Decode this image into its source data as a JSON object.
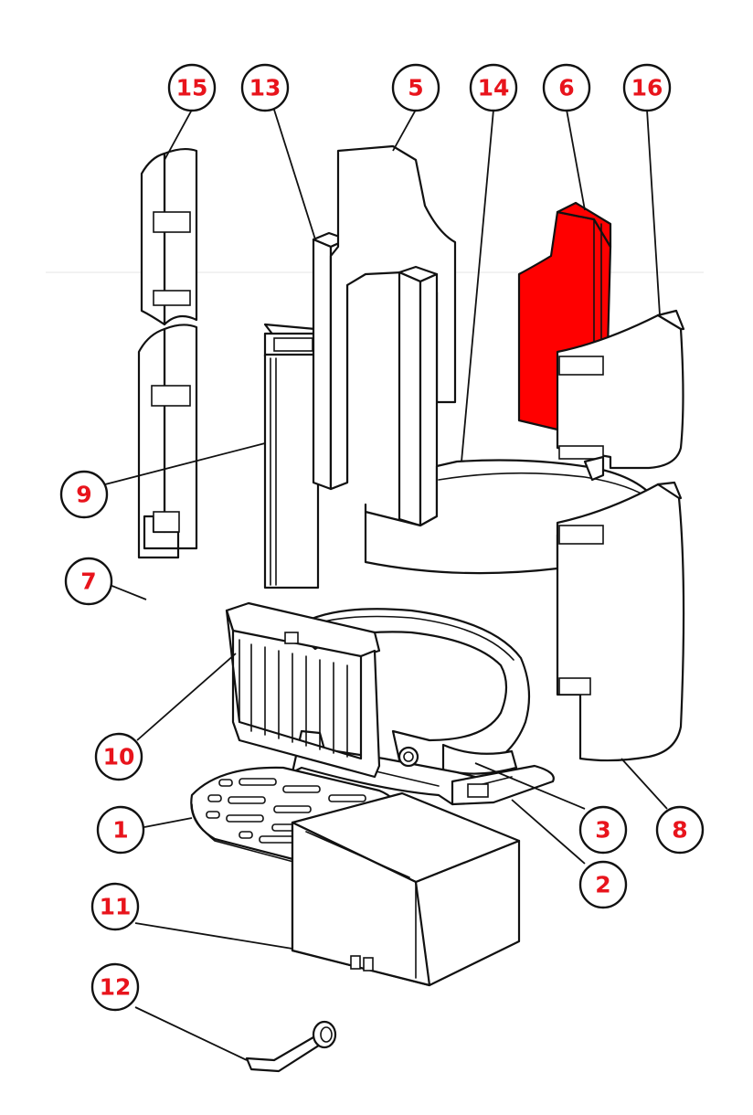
{
  "diagram": {
    "callout_color": "#e8141c",
    "highlight_color": "#ff0000",
    "callouts": [
      {
        "id": "15",
        "label": "15"
      },
      {
        "id": "13",
        "label": "13"
      },
      {
        "id": "5",
        "label": "5"
      },
      {
        "id": "14",
        "label": "14"
      },
      {
        "id": "6",
        "label": "6"
      },
      {
        "id": "16",
        "label": "16"
      },
      {
        "id": "9",
        "label": "9"
      },
      {
        "id": "7",
        "label": "7"
      },
      {
        "id": "10",
        "label": "10"
      },
      {
        "id": "1",
        "label": "1"
      },
      {
        "id": "3",
        "label": "3"
      },
      {
        "id": "8",
        "label": "8"
      },
      {
        "id": "11",
        "label": "11"
      },
      {
        "id": "2",
        "label": "2"
      },
      {
        "id": "12",
        "label": "12"
      }
    ]
  }
}
